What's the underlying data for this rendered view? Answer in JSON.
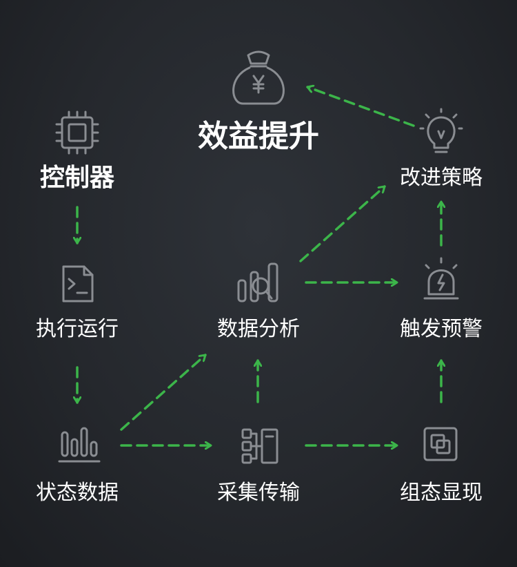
{
  "nodes": {
    "benefit": {
      "label": "效益提升",
      "icon": "money-bag-icon"
    },
    "controller": {
      "label": "控制器",
      "icon": "chip-icon"
    },
    "execute": {
      "label": "执行运行",
      "icon": "terminal-file-icon"
    },
    "status": {
      "label": "状态数据",
      "icon": "bar-chart-icon"
    },
    "analysis": {
      "label": "数据分析",
      "icon": "analysis-chart-icon"
    },
    "collect": {
      "label": "采集传输",
      "icon": "network-icon"
    },
    "display": {
      "label": "组态显现",
      "icon": "layers-icon"
    },
    "strategy": {
      "label": "改进策略",
      "icon": "lightbulb-icon"
    },
    "alert": {
      "label": "触发预警",
      "icon": "alarm-light-icon"
    }
  },
  "edges": [
    [
      "controller",
      "execute"
    ],
    [
      "execute",
      "status"
    ],
    [
      "status",
      "collect"
    ],
    [
      "status",
      "analysis"
    ],
    [
      "collect",
      "analysis"
    ],
    [
      "collect",
      "display"
    ],
    [
      "analysis",
      "alert"
    ],
    [
      "analysis",
      "strategy"
    ],
    [
      "display",
      "alert"
    ],
    [
      "alert",
      "strategy"
    ],
    [
      "strategy",
      "benefit"
    ]
  ],
  "colors": {
    "arrow": "#3cb54a",
    "icon": "#8a8d92",
    "text": "#ffffff"
  }
}
